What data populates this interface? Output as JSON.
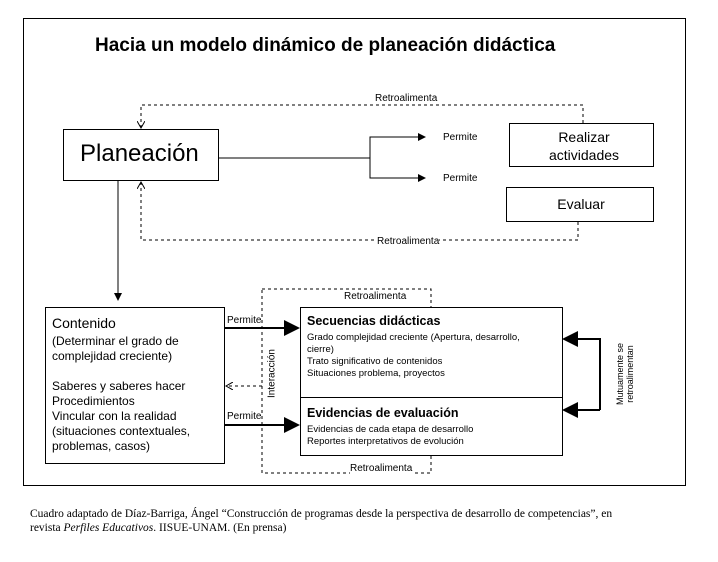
{
  "title": "Hacia un modelo dinámico de planeación didáctica",
  "planeacion": "Planeación",
  "realizar": "Realizar actividades",
  "evaluar": "Evaluar",
  "labels": {
    "retro_top": "Retroalimenta",
    "retro_mid": "Retroalimenta",
    "retro_box_top": "Retroalimenta",
    "retro_box_bottom": "Retroalimenta",
    "permite_1": "Permite",
    "permite_2": "Permite",
    "permite_3": "Permite",
    "permite_4": "Permite",
    "interaccion": "Interacción",
    "mutuamente": "Mutuamente se retroalimentan"
  },
  "contenido": {
    "title": "Contenido",
    "lines": [
      "(Determinar el grado  de",
      "complejidad creciente)",
      "",
      "Saberes y saberes hacer",
      "Procedimientos",
      "Vincular con la realidad",
      "(situaciones contextuales,",
      "problemas, casos)"
    ]
  },
  "secuencias": {
    "title": "Secuencias didácticas",
    "lines": [
      "Grado complejidad creciente (Apertura, desarrollo,",
      "cierre)",
      "Trato significativo de contenidos",
      "Situaciones problema, proyectos"
    ]
  },
  "evidencias": {
    "title": "Evidencias de evaluación",
    "lines": [
      "Evidencias de cada etapa de desarrollo",
      "Reportes interpretativos de evolución"
    ]
  },
  "caption": {
    "part1": "Cuadro adaptado de Díaz-Barriga, Ángel “Construcción de programas desde la perspectiva de desarrollo de competencias”, en revista ",
    "journal": "Perfiles Educativos",
    "part2": ". IISUE-UNAM. (En prensa)"
  }
}
